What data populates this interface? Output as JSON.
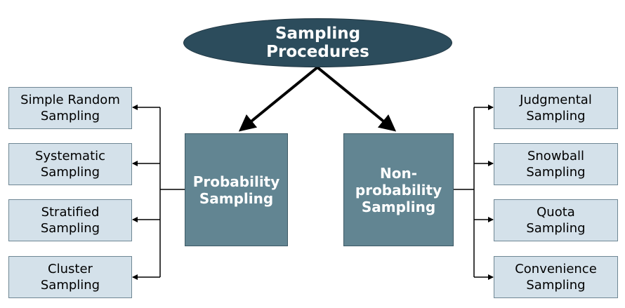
{
  "root": {
    "label": "Sampling\nProcedures"
  },
  "probability": {
    "label": "Probability\nSampling",
    "methods": [
      {
        "label": "Simple Random\nSampling"
      },
      {
        "label": "Systematic\nSampling"
      },
      {
        "label": "Stratified\nSampling"
      },
      {
        "label": "Cluster\nSampling"
      }
    ]
  },
  "non_probability": {
    "label": "Non-\nprobability\nSampling",
    "methods": [
      {
        "label": "Judgmental\nSampling"
      },
      {
        "label": "Snowball\nSampling"
      },
      {
        "label": "Quota\nSampling"
      },
      {
        "label": "Convenience\nSampling"
      }
    ]
  },
  "colors": {
    "root_fill": "#2c4c5c",
    "category_fill": "#628592",
    "leaf_fill": "#d4e1ea",
    "leaf_border": "#6f8794",
    "connector": "#000000"
  }
}
